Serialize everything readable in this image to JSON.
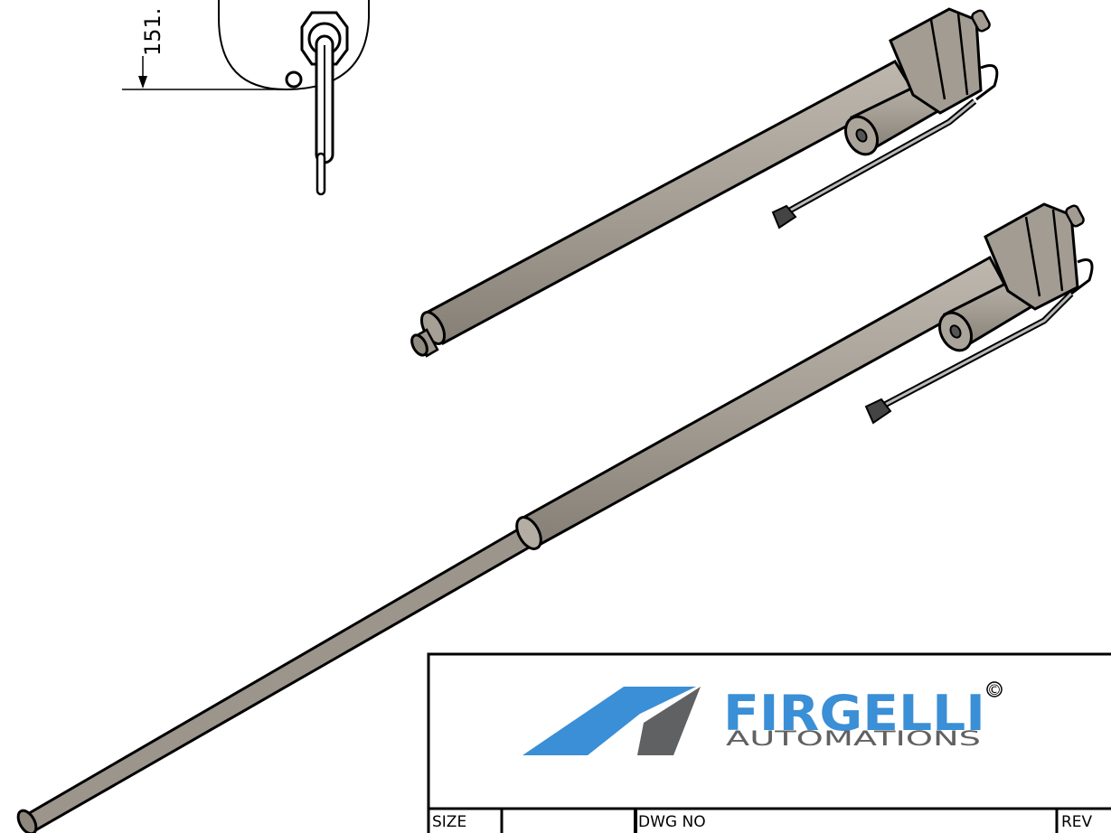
{
  "dimension": {
    "value_text": "151."
  },
  "logo": {
    "brand": "FIRGELLI",
    "sub": "AUTOMATIONS",
    "copyright": "©",
    "colors": {
      "blue": "#3a8fd6",
      "gray": "#5f6162"
    }
  },
  "title_block": {
    "size_label": "SIZE",
    "dwg_no_label": "DWG NO",
    "rev_label": "REV"
  },
  "colors": {
    "tube": "#a9a39a",
    "tube_shadow": "#8d877e",
    "rod": "#9b958c",
    "line": "#000000"
  }
}
